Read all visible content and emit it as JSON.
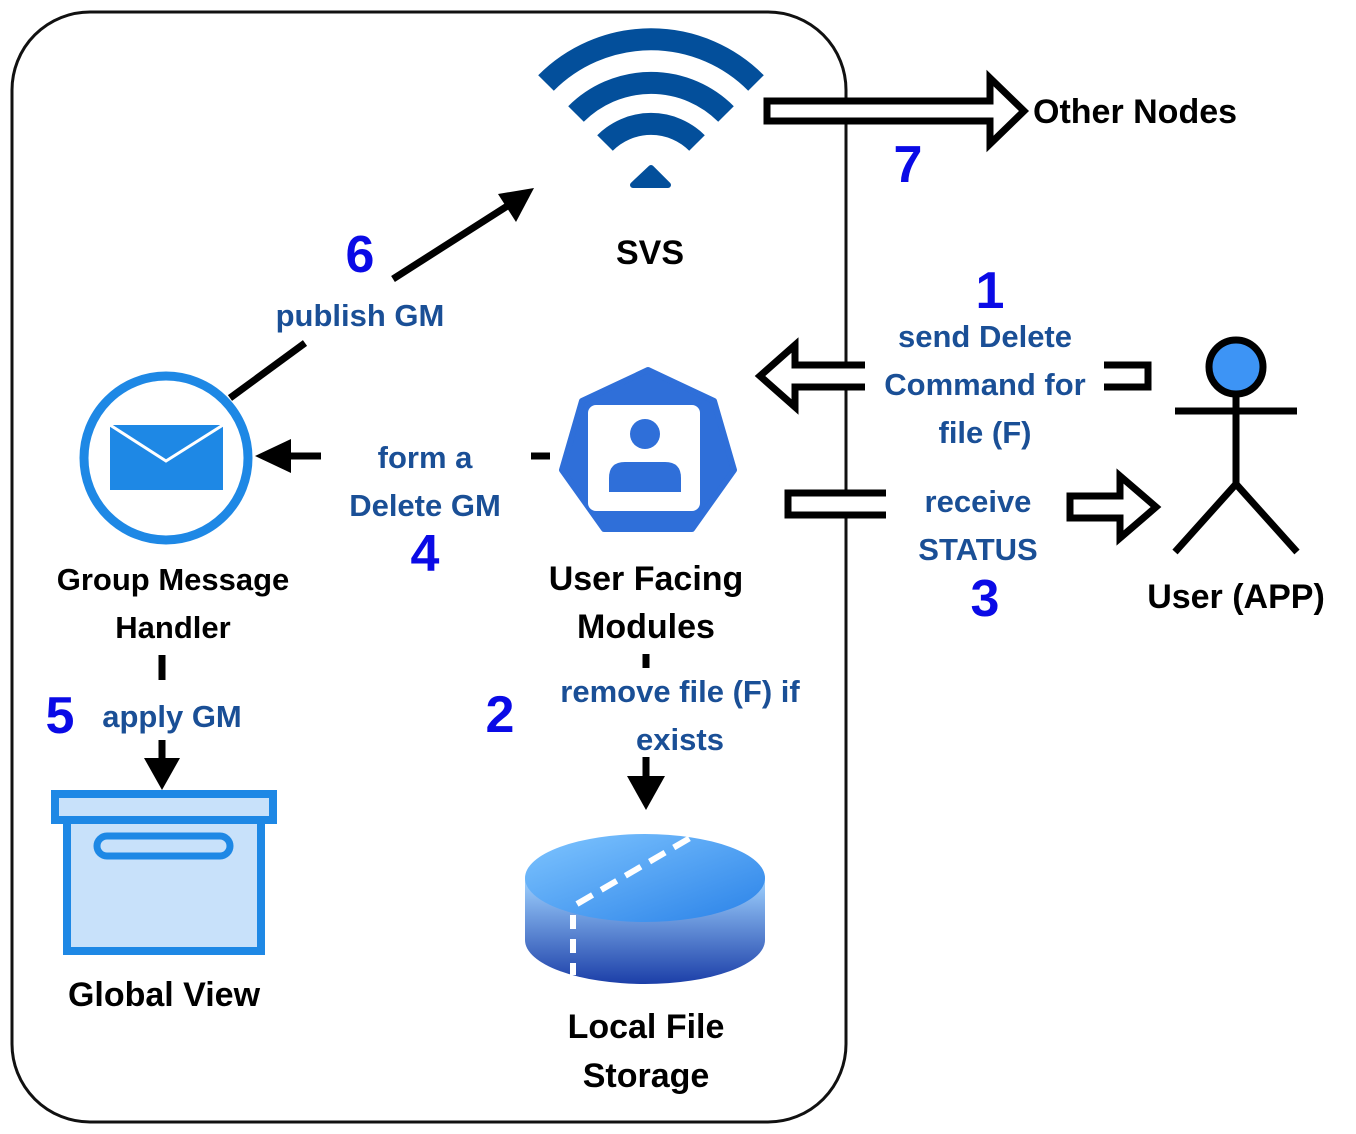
{
  "nodes": {
    "svs": "SVS",
    "other_nodes": "Other Nodes",
    "group_message_handler": [
      "Group Message",
      "Handler"
    ],
    "user_facing_modules": [
      "User Facing",
      "Modules"
    ],
    "user_app": "User (APP)",
    "global_view": "Global View",
    "local_file_storage": [
      "Local File",
      "Storage"
    ]
  },
  "edges": {
    "send_delete": [
      "send Delete",
      "Command for",
      "file (F)"
    ],
    "receive_status": [
      "receive",
      "STATUS"
    ],
    "form_delete_gm": [
      "form a",
      "Delete GM"
    ],
    "publish_gm": "publish GM",
    "apply_gm": "apply GM",
    "remove_file": [
      "remove file (F) if",
      "exists"
    ]
  },
  "steps": {
    "s1": "1",
    "s2": "2",
    "s3": "3",
    "s4": "4",
    "s5": "5",
    "s6": "6",
    "s7": "7"
  },
  "icons": {
    "svs": "wifi-icon",
    "group_message_handler": "envelope-icon",
    "user_facing_modules": "user-badge-icon",
    "user_app": "stick-figure-icon",
    "global_view": "archive-box-icon",
    "local_file_storage": "disk-icon"
  },
  "colors": {
    "label_blue": "#1a4f96",
    "step_blue": "#0a0ae6",
    "icon_blue": "#1e88e5",
    "wifi_blue": "#034f9b",
    "badge_blue": "#2f6fd9",
    "person_blue": "#3d94f5"
  }
}
